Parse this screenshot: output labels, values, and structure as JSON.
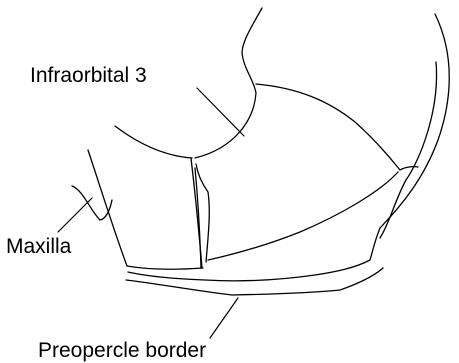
{
  "labels": {
    "infraorbital": "Infraorbital 3",
    "maxilla": "Maxilla",
    "preopercle": "Preopercle border"
  }
}
